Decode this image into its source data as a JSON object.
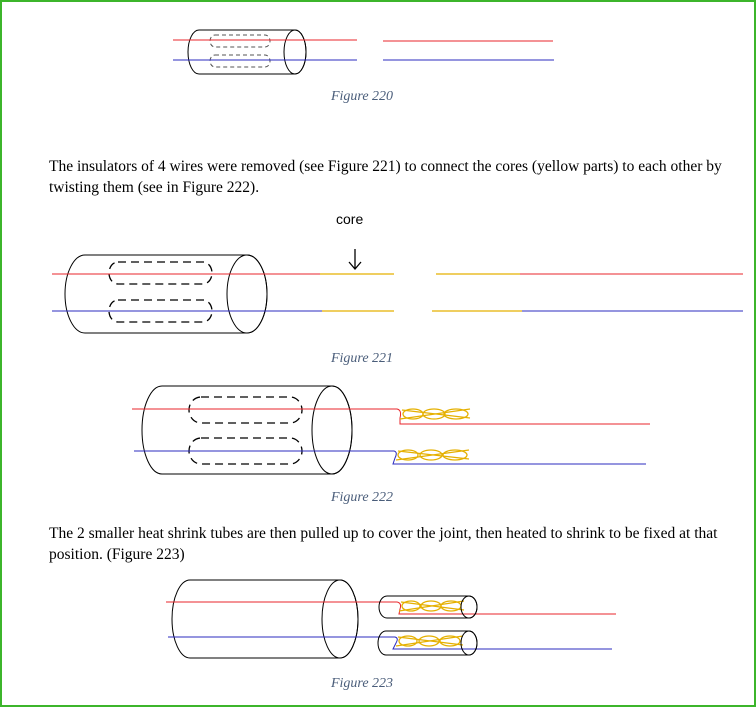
{
  "colors": {
    "border": "#3cb52b",
    "red_wire": "#e8262b",
    "blue_wire": "#2b2bbf",
    "core": "#e5b000",
    "caption": "#4a5d7a"
  },
  "figures": {
    "f220": {
      "caption": "Figure 220"
    },
    "f221": {
      "caption": "Figure 221",
      "annotation": "core"
    },
    "f222": {
      "caption": "Figure 222"
    },
    "f223": {
      "caption": "Figure 223"
    }
  },
  "paragraphs": {
    "p1": "The insulators of 4 wires were removed (see Figure 221) to connect the cores (yellow parts) to each other by twisting them (see in Figure 222).",
    "p2": "The 2 smaller heat shrink tubes are then pulled up to cover the joint, then heated to shrink to be fixed at that position. (Figure 223)"
  }
}
